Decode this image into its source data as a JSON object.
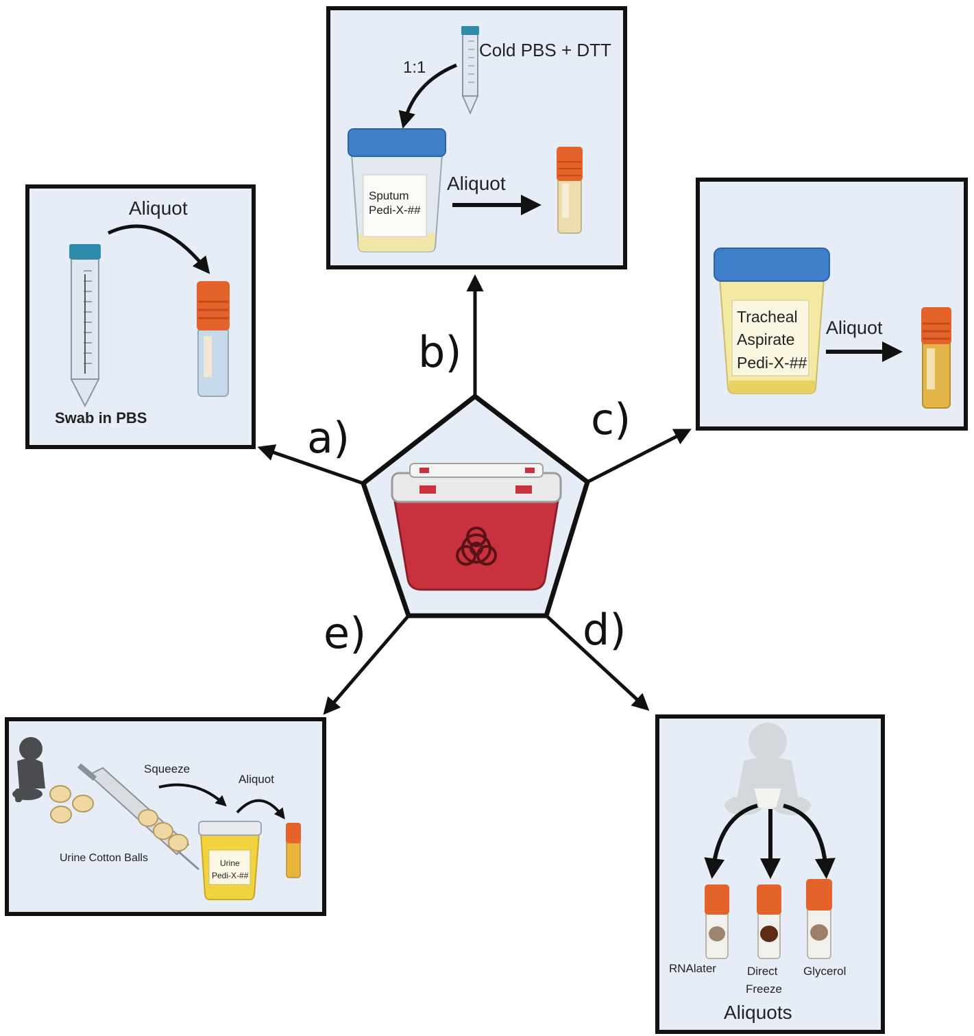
{
  "colors": {
    "panel_fill": "#e6edf6",
    "frame": "#111111",
    "cap_blue": "#3f7ec8",
    "cap_orange": "#e4632b",
    "bin_red": "#c8323f",
    "liquid_yellow": "#f0dc7a"
  },
  "center": {
    "icon": "biohazard-sample-bin-icon"
  },
  "branches": [
    {
      "key": "a",
      "label": "a)"
    },
    {
      "key": "b",
      "label": "b)"
    },
    {
      "key": "c",
      "label": "c)"
    },
    {
      "key": "d",
      "label": "d)"
    },
    {
      "key": "e",
      "label": "e)"
    }
  ],
  "panel_a": {
    "aliquot_label": "Aliquot",
    "caption": "Swab in PBS",
    "icons": [
      "conical-tube-icon",
      "cryovial-icon"
    ]
  },
  "panel_b": {
    "ratio_label": "1:1",
    "reagent_label": "Cold PBS + DTT",
    "aliquot_label": "Aliquot",
    "container_label_line1": "Sputum",
    "container_label_line2": "Pedi-X-##",
    "icons": [
      "conical-tube-icon",
      "specimen-cup-icon",
      "cryovial-icon"
    ]
  },
  "panel_c": {
    "container_label_line1": "Tracheal",
    "container_label_line2": "Aspirate",
    "container_label_line3": "Pedi-X-##",
    "aliquot_label": "Aliquot",
    "icons": [
      "specimen-cup-icon",
      "cryovial-icon"
    ]
  },
  "panel_d": {
    "tube1_label": "RNAlater",
    "tube2_label_line1": "Direct",
    "tube2_label_line2": "Freeze",
    "tube3_label": "Glycerol",
    "caption": "Aliquots",
    "icons": [
      "infant-icon",
      "cryovial-icon"
    ]
  },
  "panel_e": {
    "squeeze_label": "Squeeze",
    "aliquot_label": "Aliquot",
    "caption": "Urine Cotton Balls",
    "container_label_line1": "Urine",
    "container_label_line2": "Pedi-X-##",
    "icons": [
      "infant-icon",
      "cotton-ball-icon",
      "syringe-icon",
      "specimen-cup-icon",
      "cryovial-icon"
    ]
  }
}
